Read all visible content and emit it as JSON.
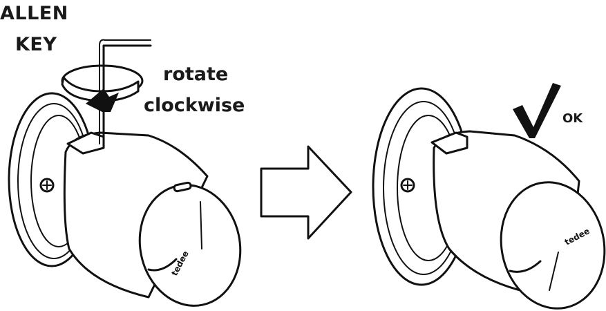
{
  "labels": {
    "allen": "ALLEN",
    "key": "KEY",
    "rotate": "rotate",
    "clockwise": "clockwise",
    "ok": "OK",
    "brand_left": "tedee",
    "brand_right": "tedee"
  },
  "colors": {
    "ink": "#111111",
    "background": "#ffffff"
  },
  "icons": {
    "confirm": "checkmark-icon",
    "transition": "right-arrow-icon",
    "rotation": "rotation-arrow-icon"
  }
}
